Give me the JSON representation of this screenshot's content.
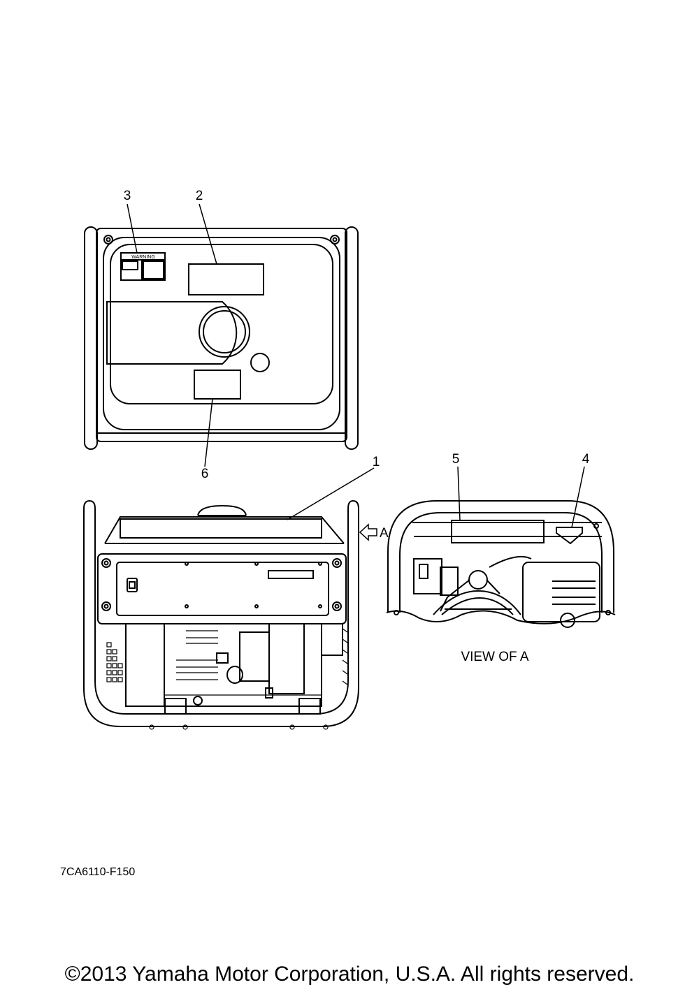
{
  "callouts": {
    "c1": "1",
    "c2": "2",
    "c3": "3",
    "c4": "4",
    "c5": "5",
    "c6": "6"
  },
  "labels": {
    "warning": "WARNING",
    "view_arrow": "A",
    "view_caption": "VIEW OF A"
  },
  "part_number": "7CA6110-F150",
  "copyright": "©2013 Yamaha Motor Corporation, U.S.A. All rights reserved."
}
